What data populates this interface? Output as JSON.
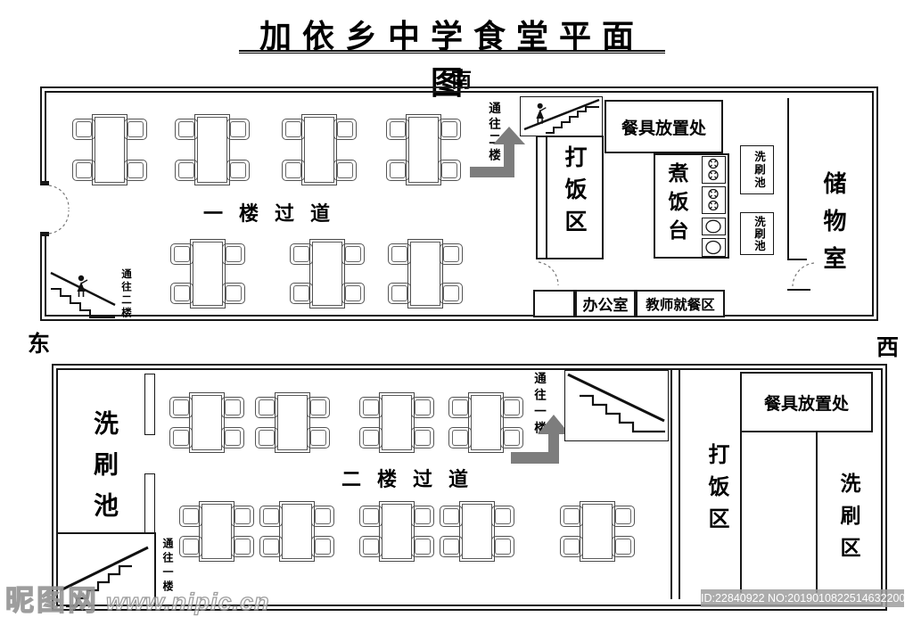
{
  "title": "加依乡中学食堂平面图",
  "compass": {
    "south": "南",
    "east": "东",
    "west": "西"
  },
  "floor1": {
    "corridor": "一楼过道",
    "to_floor2_left": "通往二楼",
    "to_floor2_top": "通往二楼",
    "serving_area": "打饭区",
    "tableware_area": "餐具放置处",
    "cooking_counter": "煮饭台",
    "wash_sink_1": "洗刷池",
    "wash_sink_2": "洗刷池",
    "storage_room": "储物室",
    "office": "办公室",
    "teacher_dining": "教师就餐区",
    "table_count_row1": 4,
    "table_count_row2": 3
  },
  "floor2": {
    "corridor": "二楼过道",
    "wash_sink_room": "洗刷池",
    "to_floor1_left": "通往一楼",
    "to_floor1_top": "通往一楼",
    "serving_area": "打饭区",
    "tableware_area": "餐具放置处",
    "wash_area": "洗刷区",
    "table_count_row1": 4,
    "table_count_row2": 5
  },
  "watermark": {
    "site_name": "昵图网",
    "site_url": "www.nipic.cn",
    "id_text": "ID:22840922 NO:20190108225146322000"
  },
  "colors": {
    "line": "#171717",
    "arrow": "#7d7d7d",
    "watermark_bar": "#9e9e9e"
  }
}
